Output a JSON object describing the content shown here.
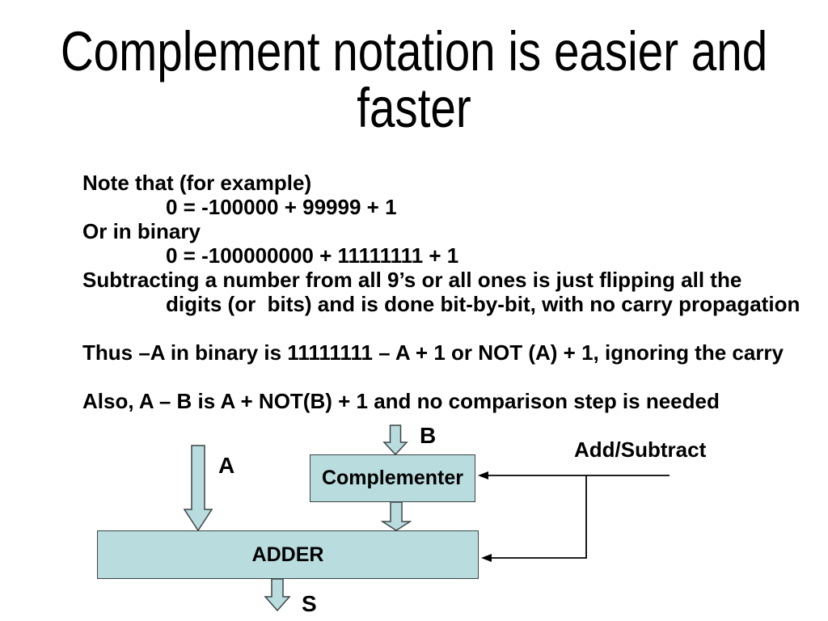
{
  "slide": {
    "title": {
      "line1": "Complement notation is easier and",
      "line2": "faster"
    },
    "body": {
      "lines": [
        {
          "text": "Note that (for example)",
          "indent": false
        },
        {
          "text": "0 = -100000 + 99999 + 1",
          "indent": true
        },
        {
          "text": "Or in binary",
          "indent": false
        },
        {
          "text": "0 = -100000000 + 11111111 + 1",
          "indent": true
        },
        {
          "text": "Subtracting a number from all 9’s or all ones is just flipping all the",
          "indent": false
        },
        {
          "text": "digits (or  bits) and is done bit-by-bit, with no carry propagation",
          "indent": true
        },
        {
          "text": "",
          "indent": false
        },
        {
          "text": "Thus –A in binary is 11111111 – A + 1 or NOT (A) + 1, ignoring the carry",
          "indent": false
        },
        {
          "text": "",
          "indent": false
        },
        {
          "text": "Also, A – B is A + NOT(B) + 1 and no comparison step is needed",
          "indent": false
        }
      ]
    },
    "diagram": {
      "complementer_label": "Complementer",
      "adder_label": "ADDER",
      "input_a_label": "A",
      "input_b_label": "B",
      "output_s_label": "S",
      "control_label": "Add/Subtract",
      "colors": {
        "shape_fill": "#B9DCDE",
        "shape_border": "#3d4446",
        "line": "#000000"
      }
    }
  }
}
